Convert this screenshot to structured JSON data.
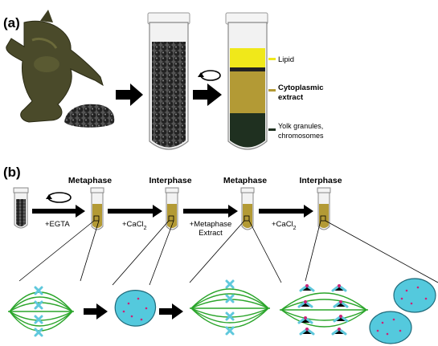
{
  "panel_a": {
    "label": "(a)",
    "layers": {
      "lipid": "Lipid",
      "cytoplasmic": "Cytoplasmic extract",
      "yolk": "Yolk granules, chromosomes"
    }
  },
  "panel_b": {
    "label": "(b)",
    "stages": [
      "Metaphase",
      "Interphase",
      "Metaphase",
      "Interphase"
    ],
    "steps": [
      "+EGTA",
      "+CaCl2",
      "+Metaphase Extract",
      "+CaCl2"
    ]
  },
  "colors": {
    "extract": "#b39a35",
    "lipid": "#f0e81a",
    "yolk": "#1f3020",
    "spindle": "#2aa52a",
    "chromosome": "#5fc8dc",
    "nucleus": "#54c9dd"
  }
}
